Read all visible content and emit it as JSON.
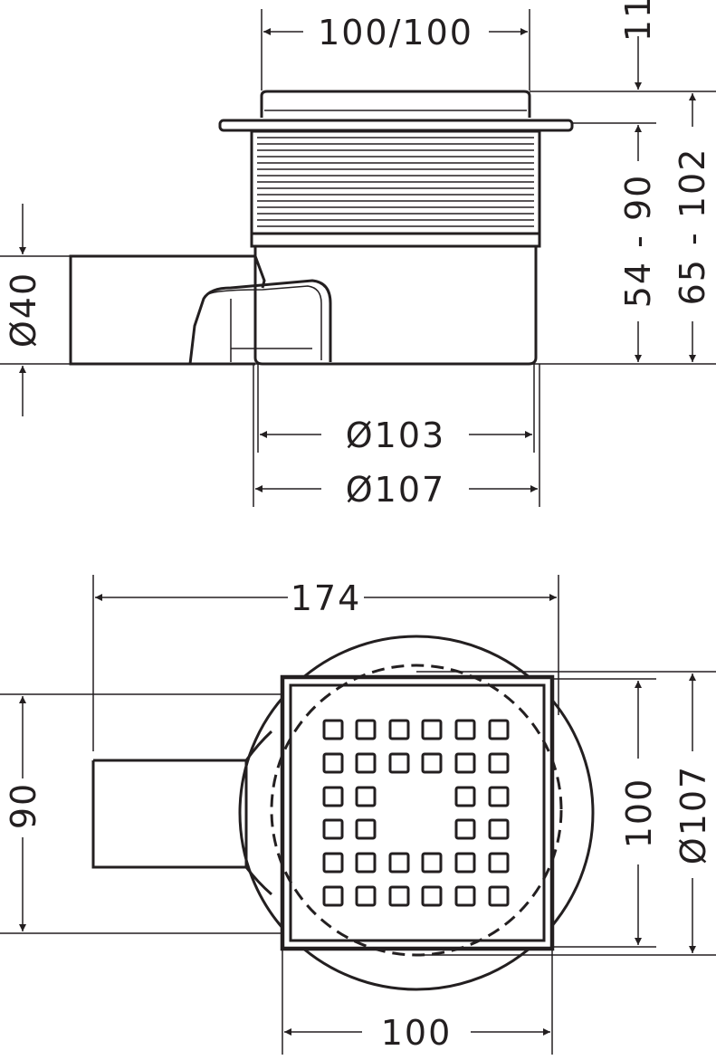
{
  "title": "Shower drain dimensional drawing",
  "colors": {
    "line": "#231f20",
    "background": "#ffffff"
  },
  "side_view": {
    "top_width": "100/100",
    "grate_height": "11",
    "body_height_range": "54 - 90",
    "total_height_range": "65 - 102",
    "outlet_diameter": "Ø40",
    "inner_diameter": "Ø103",
    "outer_diameter": "Ø107"
  },
  "top_view": {
    "total_length": "174",
    "outlet_height": "90",
    "grate_height": "100",
    "body_diameter": "Ø107",
    "grate_width": "100"
  }
}
